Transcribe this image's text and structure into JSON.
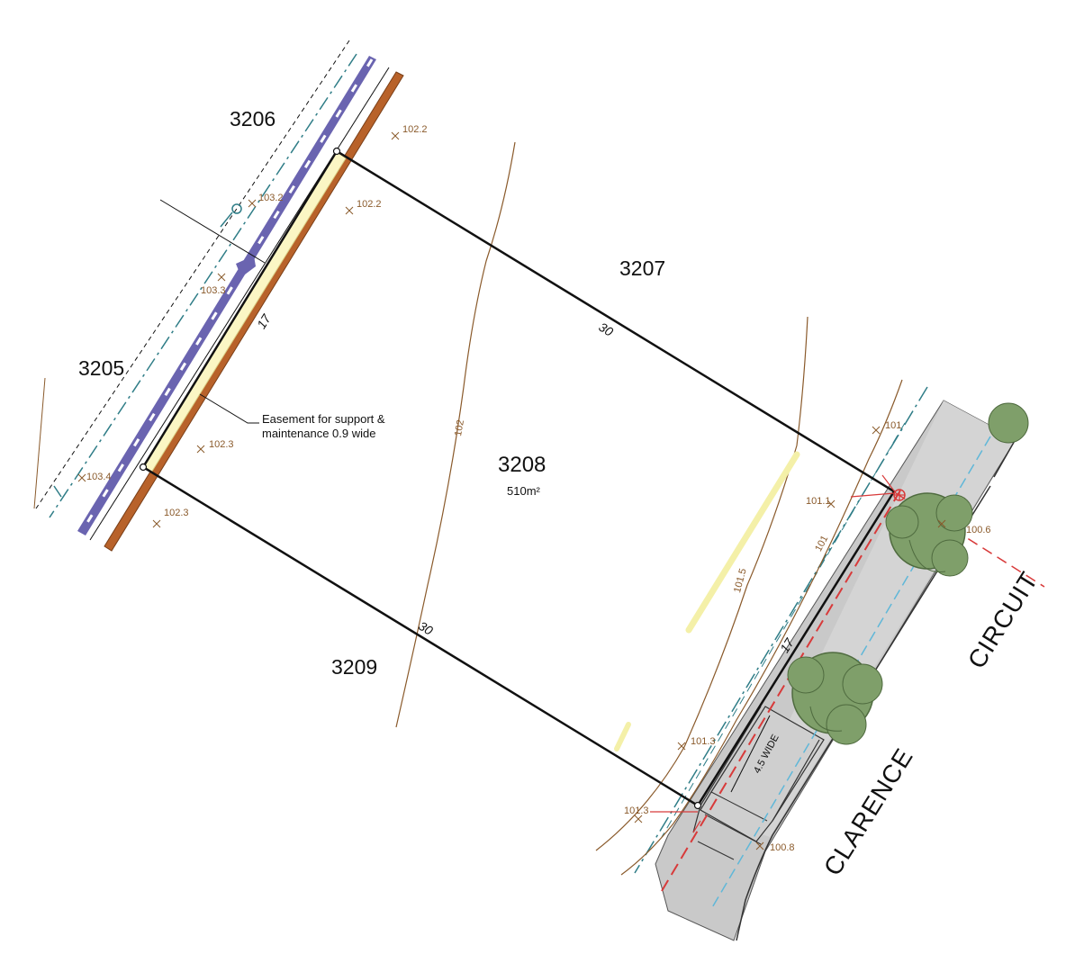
{
  "lots": {
    "main": {
      "number": "3208",
      "area": "510m²"
    },
    "neighbours": {
      "n3205": "3205",
      "n3206": "3206",
      "n3207": "3207",
      "n3209": "3209"
    }
  },
  "dimensions": {
    "frontage": "17",
    "rear": "17",
    "north_side": "30",
    "south_side": "30",
    "driveway": "4.5 WIDE"
  },
  "easement_note": [
    "Easement for support &",
    "maintenance 0.9 wide"
  ],
  "spot_levels": [
    "102.2",
    "102.2",
    "103.2",
    "103.3",
    "103.4",
    "102.3",
    "102.3",
    "101",
    "101.1",
    "100.6",
    "101.3",
    "101.3",
    "100.8"
  ],
  "contours": [
    "102",
    "101.5",
    "101"
  ],
  "street_name": {
    "word1": "CLARENCE",
    "word2": "CIRCUIT"
  },
  "colors": {
    "boundary": "#111111",
    "contour": "#8a5a2b",
    "retaining_wall": "#b8622a",
    "easement": "#fbf6c4",
    "sewer": "#6a64b0",
    "road": "#c8c8c8",
    "tree": "#7f9f6a",
    "services_red": "#d83a3a",
    "services_cyan": "#5fb7d8",
    "services_teal": "#2f7d87"
  }
}
